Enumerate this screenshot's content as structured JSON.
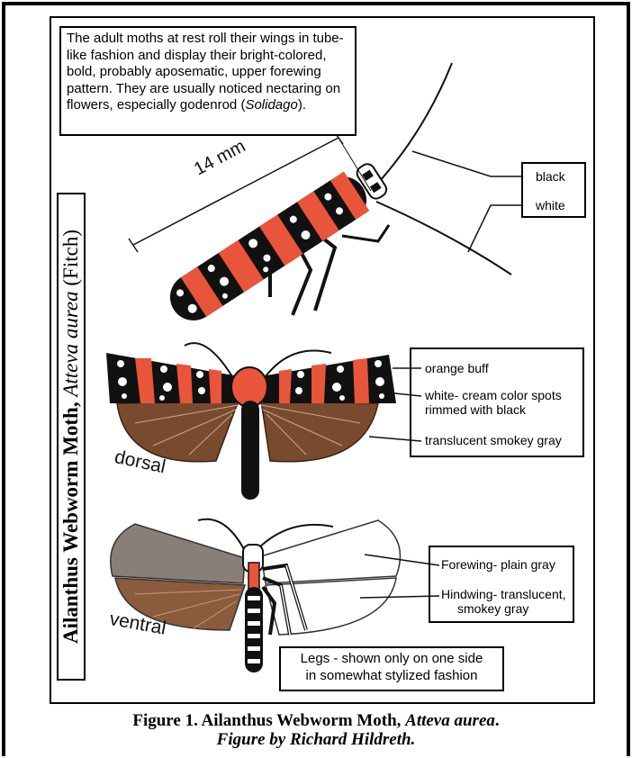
{
  "note": {
    "pre": "The adult moths at rest roll their wings in tube-like fashion and display their bright-colored, bold, probably aposematic, upper forewing pattern.  They are usually noticed nectaring on flowers, especially godenrod (",
    "genus": "Solidago",
    "post": ")."
  },
  "vertical_title": {
    "common_name": "Ailanthus Webworm Moth,",
    "scientific_name": "Atteva aurea",
    "author": "(Fitch)"
  },
  "measure": "14 mm",
  "labels": {
    "top": [
      "black",
      "white"
    ],
    "dorsal": [
      "orange buff",
      "white- cream color spots",
      "rimmed with black",
      "translucent smokey gray"
    ],
    "ventral": [
      "Forewing- plain gray",
      "Hindwing- translucent,",
      "smokey gray"
    ]
  },
  "views": {
    "dorsal": "dorsal",
    "ventral": "ventral"
  },
  "legs_note": [
    "Legs - shown only on one side",
    "in somewhat stylized fashion"
  ],
  "caption": {
    "line1_prefix": "Figure 1. Ailanthus Webworm Moth, ",
    "line1_species": "Atteva aurea",
    "line1_suffix": ".",
    "line2": "Figure by Richard Hildreth."
  },
  "colors": {
    "orange": "#e8553a",
    "black": "#111111",
    "brown": "#7a4a2e",
    "gray": "#8a7f78"
  }
}
